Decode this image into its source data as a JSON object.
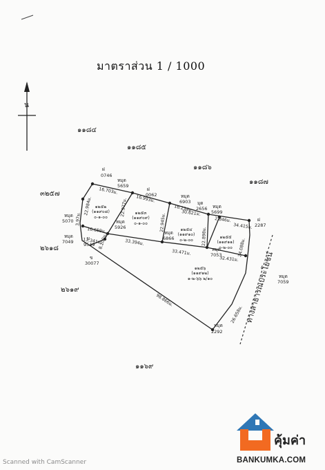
{
  "title": "มาตราส่วน 1 / 1000",
  "north_label": "น",
  "outer_parcels": [
    {
      "text": "๑๑๘๔"
    },
    {
      "text": "๑๑๘๕"
    },
    {
      "text": "๑๑๘๖"
    },
    {
      "text": "๑๑๘๗"
    },
    {
      "text": "๓๒๕๗"
    },
    {
      "text": "๒๖๑๘"
    },
    {
      "text": "๒๖๑๙"
    },
    {
      "text": "๑๑๖๙"
    }
  ],
  "markers": [
    {
      "text": "ฝ"
    },
    {
      "text": "0746"
    },
    {
      "text": "หมุด"
    },
    {
      "text": "5659"
    },
    {
      "text": "ฝ"
    },
    {
      "text": "0062"
    },
    {
      "text": "หมุด"
    },
    {
      "text": "6903"
    },
    {
      "text": "มุด"
    },
    {
      "text": "2656"
    },
    {
      "text": "หมุด"
    },
    {
      "text": "5699"
    },
    {
      "text": "ฝ"
    },
    {
      "text": "2287"
    },
    {
      "text": "หมุด"
    },
    {
      "text": "5070"
    },
    {
      "text": "หมุด"
    },
    {
      "text": "7049"
    },
    {
      "text": "ม"
    },
    {
      "text": "9549"
    },
    {
      "text": "ข"
    },
    {
      "text": "30077"
    },
    {
      "text": "หมุด"
    },
    {
      "text": "5926"
    },
    {
      "text": "หมุด"
    },
    {
      "text": "6866"
    },
    {
      "text": "หมุด"
    },
    {
      "text": "7053"
    },
    {
      "text": "หมุด"
    },
    {
      "text": "7059"
    },
    {
      "text": "หมุด"
    },
    {
      "text": "2292"
    }
  ],
  "distances": [
    {
      "text": "16.703ม."
    },
    {
      "text": "16.993ม."
    },
    {
      "text": "16.234ม."
    },
    {
      "text": "30.621ม."
    },
    {
      "text": "2.846ม."
    },
    {
      "text": "34.415ม."
    },
    {
      "text": "22.984ม."
    },
    {
      "text": "22.977ม."
    },
    {
      "text": "22.945ม."
    },
    {
      "text": "22.898ม."
    },
    {
      "text": "24.088ม."
    },
    {
      "text": "3.97ม."
    },
    {
      "text": "16.659ม."
    },
    {
      "text": "13.341ม."
    },
    {
      "text": "8.200ม."
    },
    {
      "text": "33.394ม."
    },
    {
      "text": "33.471ม."
    },
    {
      "text": "32.431ม."
    },
    {
      "text": "98.866ม."
    },
    {
      "text": "26.658ม."
    }
  ],
  "parcels": [
    {
      "code": "๑๒๕๒",
      "deed": "(๑๑๙๐๘)",
      "area": "๐-๑-๐๐"
    },
    {
      "code": "๑๒๕๓",
      "deed": "(๑๑๙๐๙)",
      "area": "๐-๑-๐๐"
    },
    {
      "code": "๑๒๕๔",
      "deed": "(๑๑๙๑๐)",
      "area": "๐-๒-๐๐"
    },
    {
      "code": "๑๒๕๕",
      "deed": "(๑๑๙๑๑)",
      "area": "๐-๒-๐๐"
    },
    {
      "code": "๑๒๕๖",
      "deed": "(๑๑๙๑๒)",
      "area": "๑-๒-๖๖ ๒/๑๐"
    }
  ],
  "road_label": "ทางสาธารณประโยชน์",
  "watermark": "Scanned with CamScanner",
  "brand": {
    "name": "คุ้มค่า",
    "domain": "BANKUMKA.COM",
    "orange": "#f26a21",
    "blue": "#2f77b5"
  }
}
